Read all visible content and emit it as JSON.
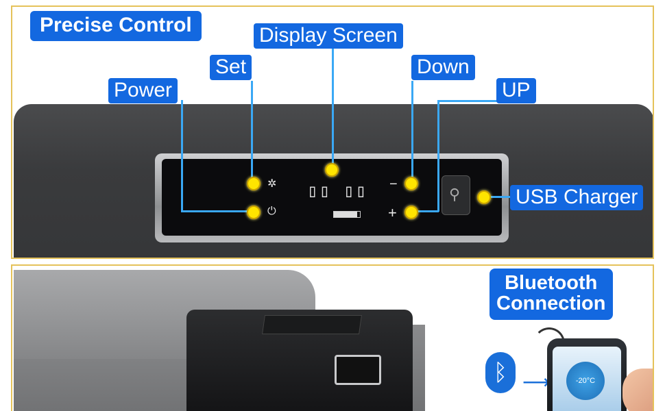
{
  "top": {
    "title": "Precise Control",
    "labels": {
      "display": "Display Screen",
      "set": "Set",
      "power": "Power",
      "down": "Down",
      "up": "UP",
      "usb": "USB Charger"
    },
    "panel_symbols": {
      "minus": "−",
      "plus": "+"
    }
  },
  "bottom": {
    "bluetooth_line1": "Bluetooth",
    "bluetooth_line2": "Connection",
    "phone_temp": "-20°C"
  },
  "colors": {
    "tag_blue": "#1368e0",
    "frame_gold": "#e5c25a",
    "dot_yellow": "#ffe500",
    "wire_blue": "#3aa8f5"
  }
}
